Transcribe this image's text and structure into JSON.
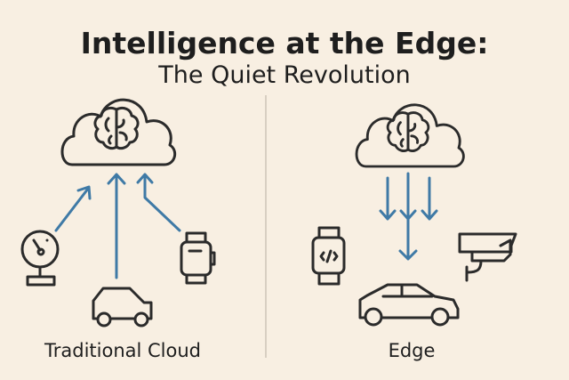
{
  "title": "Intelligence at the Edge:",
  "subtitle": "The Quiet Revolution",
  "left_panel": {
    "label": "Traditional Cloud",
    "icons": [
      "cloud-brain-icon",
      "gauge-sensor-icon",
      "car-icon",
      "smartwatch-icon"
    ]
  },
  "right_panel": {
    "label": "Edge",
    "icons": [
      "cloud-brain-icon",
      "smartwatch-code-icon",
      "car-icon",
      "security-camera-icon"
    ]
  },
  "colors": {
    "background": "#f8efe2",
    "line": "#2b2b2b",
    "arrow": "#3f7aa6"
  }
}
